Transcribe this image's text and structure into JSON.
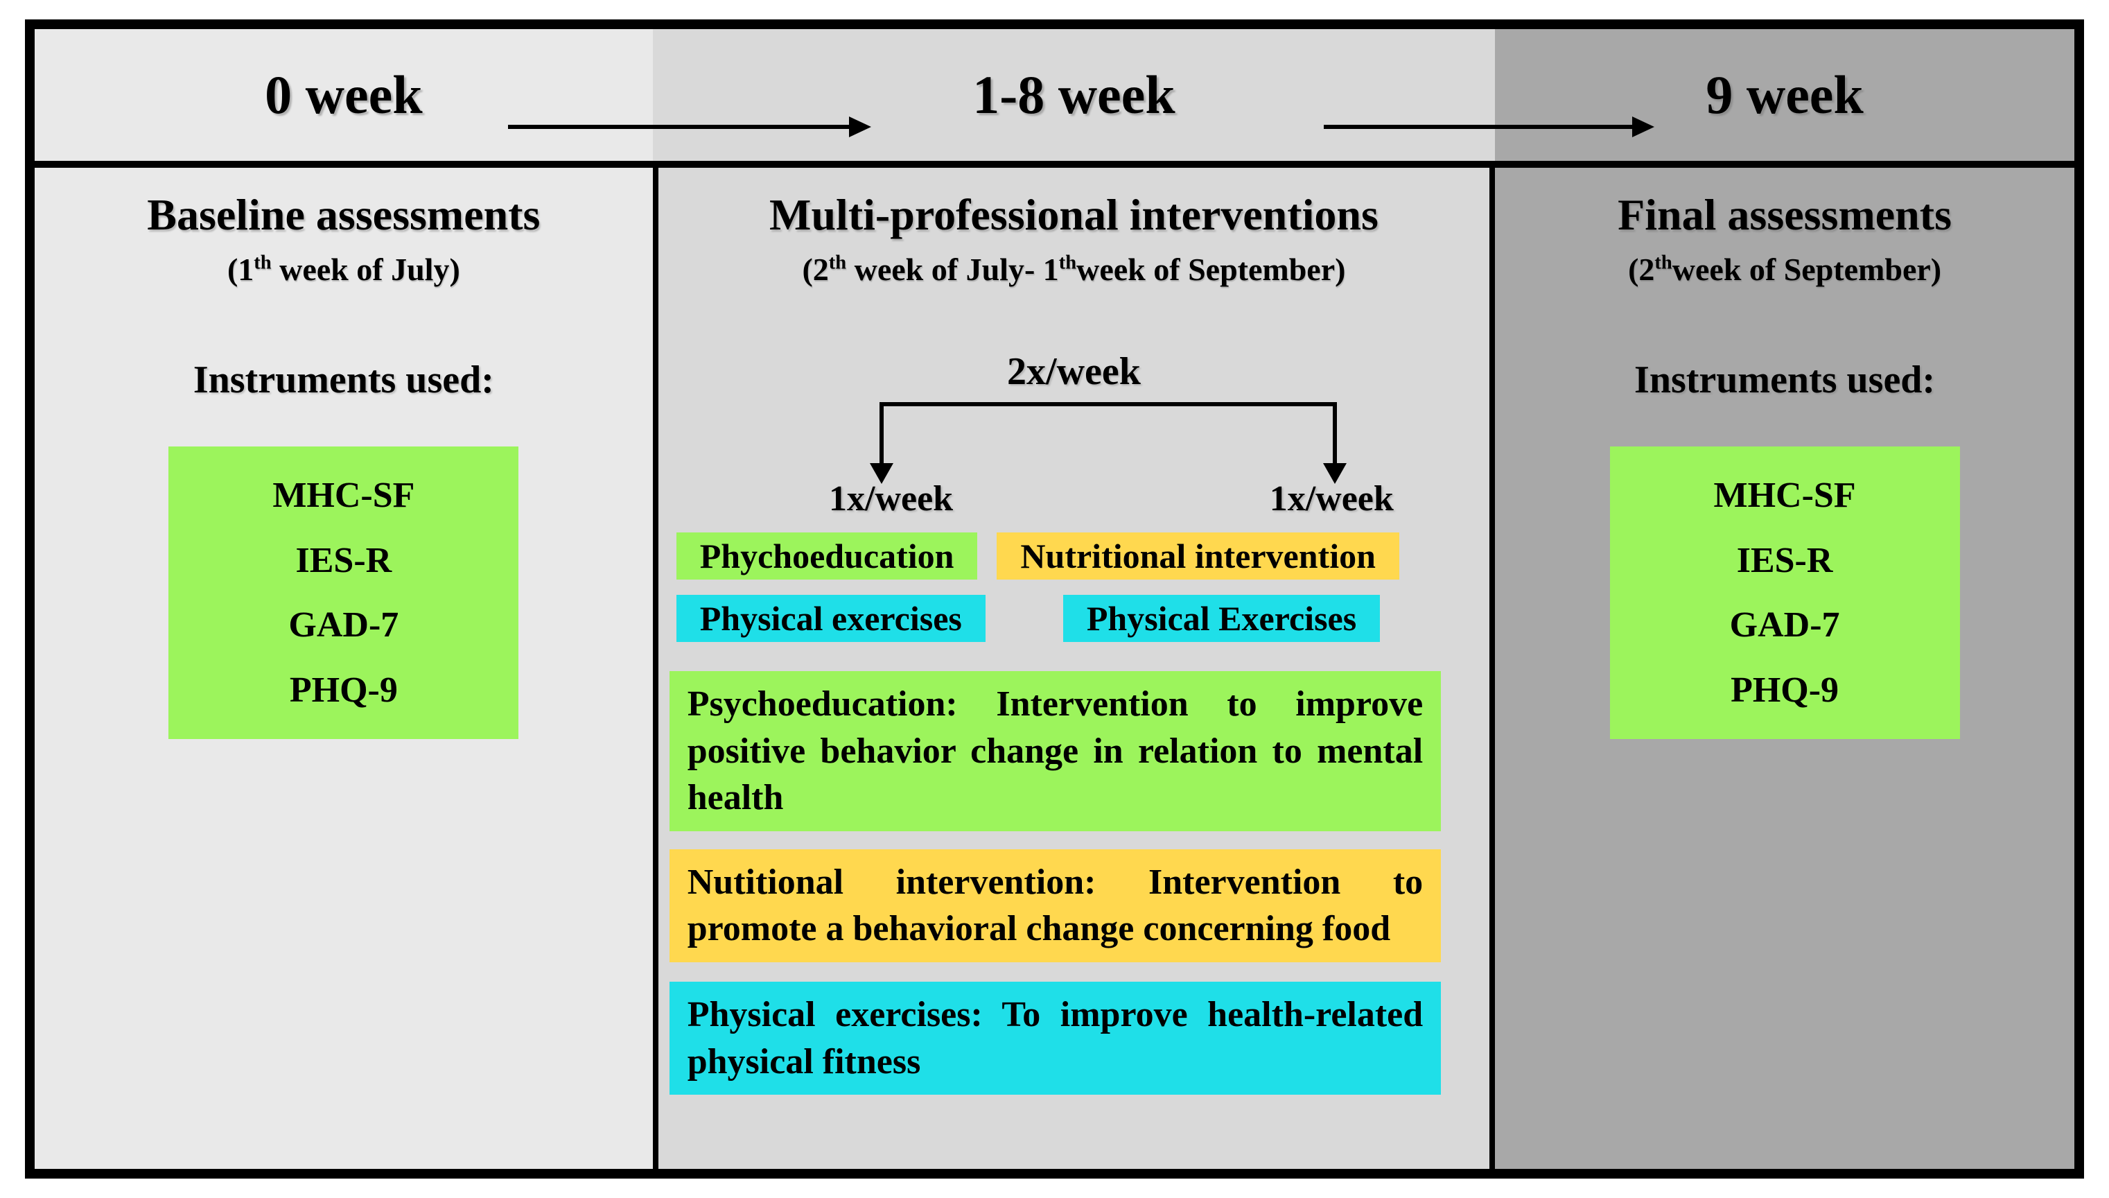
{
  "header": {
    "week0": "0 week",
    "week18": "1-8 week",
    "week9": "9 week"
  },
  "baseline": {
    "title": "Baseline assessments",
    "date": [
      {
        "text": "(1"
      },
      {
        "sup": "th"
      },
      {
        "text": " week of July)"
      }
    ],
    "instruments_label": "Instruments used:",
    "instruments": [
      "MHC-SF",
      "IES-R",
      "GAD-7",
      "PHQ-9"
    ]
  },
  "interventions": {
    "title": "Multi-professional interventions",
    "date": [
      {
        "text": "(2"
      },
      {
        "sup": "th"
      },
      {
        "text": " week of July- 1"
      },
      {
        "sup": "th"
      },
      {
        "text": "week of September)"
      }
    ],
    "frequency_total": "2x/week",
    "frequency_left": "1x/week",
    "frequency_right": "1x/week",
    "chips": {
      "psychoeducation": "Phychoeducation",
      "nutritional": "Nutritional intervention",
      "physical_left": "Physical exercises",
      "physical_right": "Physical Exercises"
    },
    "descriptions": {
      "psychoeducation": "Psychoeducation: Intervention to improve positive behavior change in relation to mental health",
      "nutritional": "Nutitional intervention: Intervention to promote a behavioral change concerning food",
      "physical": "Physical exercises: To improve health-related physical fitness"
    }
  },
  "final": {
    "title": "Final assessments",
    "date": [
      {
        "text": "(2"
      },
      {
        "sup": "th"
      },
      {
        "text": "week of September)"
      }
    ],
    "instruments_label": "Instruments used:",
    "instruments": [
      "MHC-SF",
      "IES-R",
      "GAD-7",
      "PHQ-9"
    ]
  },
  "colors": {
    "col1_bg": "#e9e9e9",
    "col2_bg": "#d9d9d9",
    "col3_bg": "#a8a8a8",
    "green": "#9cf45c",
    "yellow": "#ffd84f",
    "cyan": "#1fdfe8",
    "border": "#000000"
  }
}
